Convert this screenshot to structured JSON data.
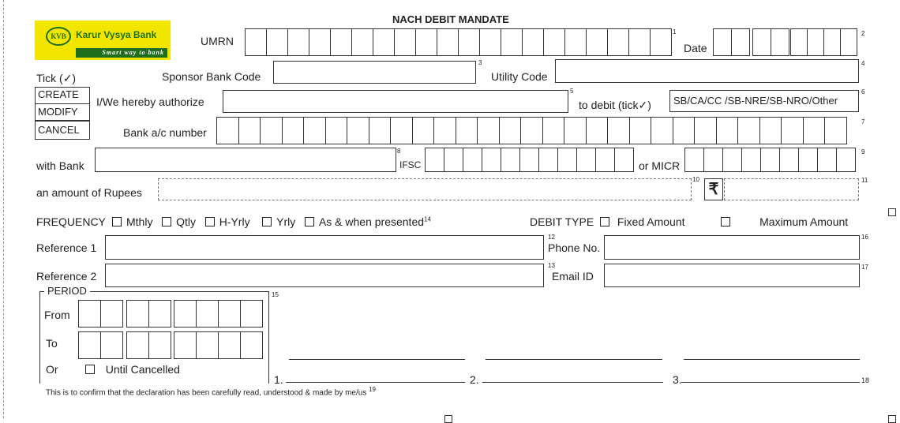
{
  "title": "NACH DEBIT MANDATE",
  "logo": {
    "emblem": "KVB",
    "name": "Karur Vysya Bank",
    "tagline": "Smart way to bank",
    "bg_color": "#f2e600",
    "text_color": "#1f6e1e"
  },
  "umrn_label": "UMRN",
  "date_label": "Date",
  "tick_label": "Tick (✓)",
  "actions": [
    "CREATE",
    "MODIFY",
    "CANCEL"
  ],
  "sponsor_bank_code_label": "Sponsor Bank Code",
  "utility_code_label": "Utility Code",
  "authorize_label": "I/We  hereby authorize",
  "to_debit_label": "to debit (tick✓)",
  "account_types": "SB/CA/CC /SB-NRE/SB-NRO/Other",
  "bank_ac_label": "Bank a/c number",
  "with_bank_label": "with Bank",
  "ifsc_label": "IFSC",
  "micr_label": "or MICR",
  "amount_label": "an amount of Rupees",
  "rupee_symbol": "₹",
  "frequency_label": "FREQUENCY",
  "frequency_options": [
    "Mthly",
    "Qtly",
    "H-Yrly",
    "Yrly",
    "As & when presented"
  ],
  "frequency_sup": "14",
  "debit_type_label": "DEBIT TYPE",
  "debit_type_options": [
    "Fixed Amount",
    "Maximum Amount"
  ],
  "reference1_label": "Reference 1",
  "reference2_label": "Reference 2",
  "phone_label": "Phone No.",
  "email_label": "Email ID",
  "period_label": "PERIOD",
  "from_label": "From",
  "to_label": "To",
  "or_label": "Or",
  "until_cancelled_label": "Until Cancelled",
  "signatory_numbers": [
    "1.",
    "2.",
    "3."
  ],
  "declaration": "This is to confirm that the declaration has been carefully read, understood & made by me/us",
  "field_numbers": {
    "n1": "1",
    "n2": "2",
    "n3": "3",
    "n4": "4",
    "n5": "5",
    "n6": "6",
    "n7": "7",
    "n8": "8",
    "n9": "9",
    "n10": "10",
    "n11": "11",
    "n12": "12",
    "n13": "13",
    "n15": "15",
    "n16": "16",
    "n17": "17",
    "n18": "18",
    "n19": "19"
  }
}
